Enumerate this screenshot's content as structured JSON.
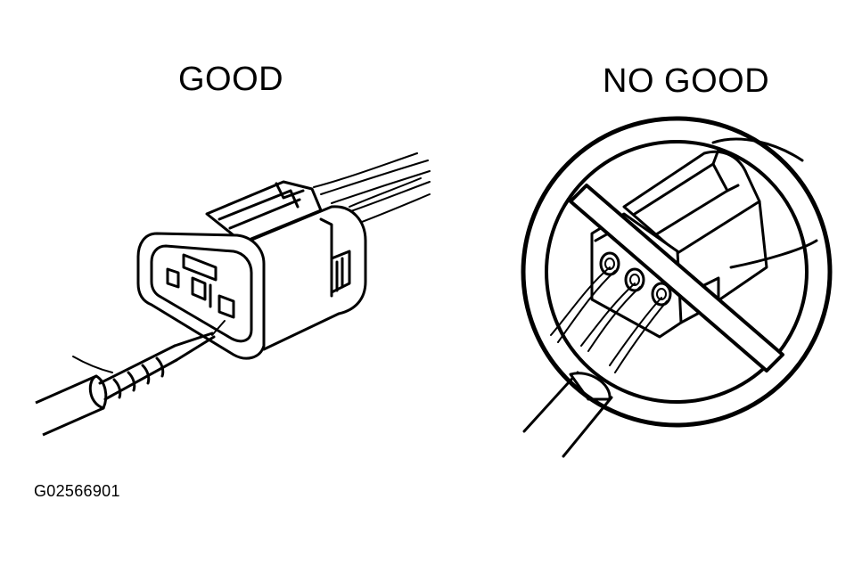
{
  "labels": {
    "good": "GOOD",
    "no_good": "NO GOOD",
    "figure_id": "G02566901"
  },
  "colors": {
    "ink": "#000000",
    "paper": "#ffffff"
  },
  "icons": [
    "prohibition-sign-icon"
  ]
}
